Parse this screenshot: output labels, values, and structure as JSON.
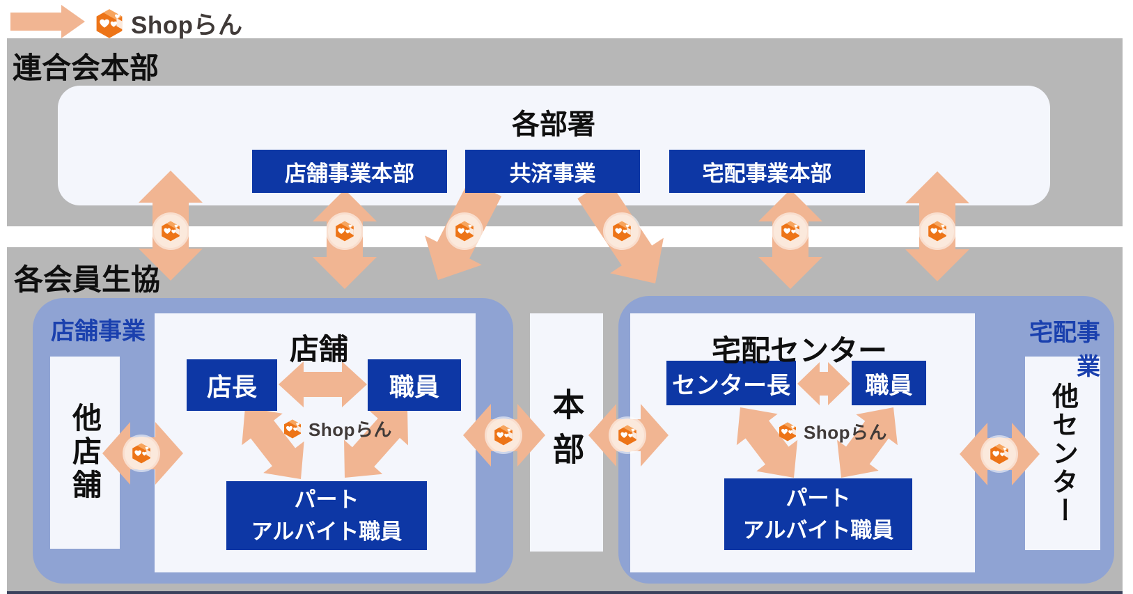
{
  "brand": {
    "name": "Shopらん"
  },
  "top_band": {
    "label": "連合会本部",
    "panel_title": "各部署",
    "departments": [
      {
        "label": "店舗事業本部"
      },
      {
        "label": "共済事業"
      },
      {
        "label": "宅配事業本部"
      }
    ]
  },
  "bottom_band": {
    "label": "各会員生協",
    "store": {
      "section_label": "店舗事業",
      "other_box": "他店舗",
      "title": "店舗",
      "manager": "店長",
      "staff": "職員",
      "part1": "パート",
      "part2": "アルバイト職員"
    },
    "hq_box": "本部",
    "delivery": {
      "section_label": "宅配事業",
      "other_box": "他センター",
      "title": "宅配センター",
      "manager": "センター長",
      "staff": "職員",
      "part1": "パート",
      "part2": "アルバイト職員"
    }
  },
  "colors": {
    "band_gray": "#b7b7b7",
    "container_blue": "#8fa3d3",
    "panel_light": "#f4f6fc",
    "box_blue": "#0d37a5",
    "arrow_peach": "#f1b592",
    "badge_cream": "#fbe9dc",
    "brand_orange": "#ed7417",
    "section_label_blue": "#1a40ae"
  }
}
